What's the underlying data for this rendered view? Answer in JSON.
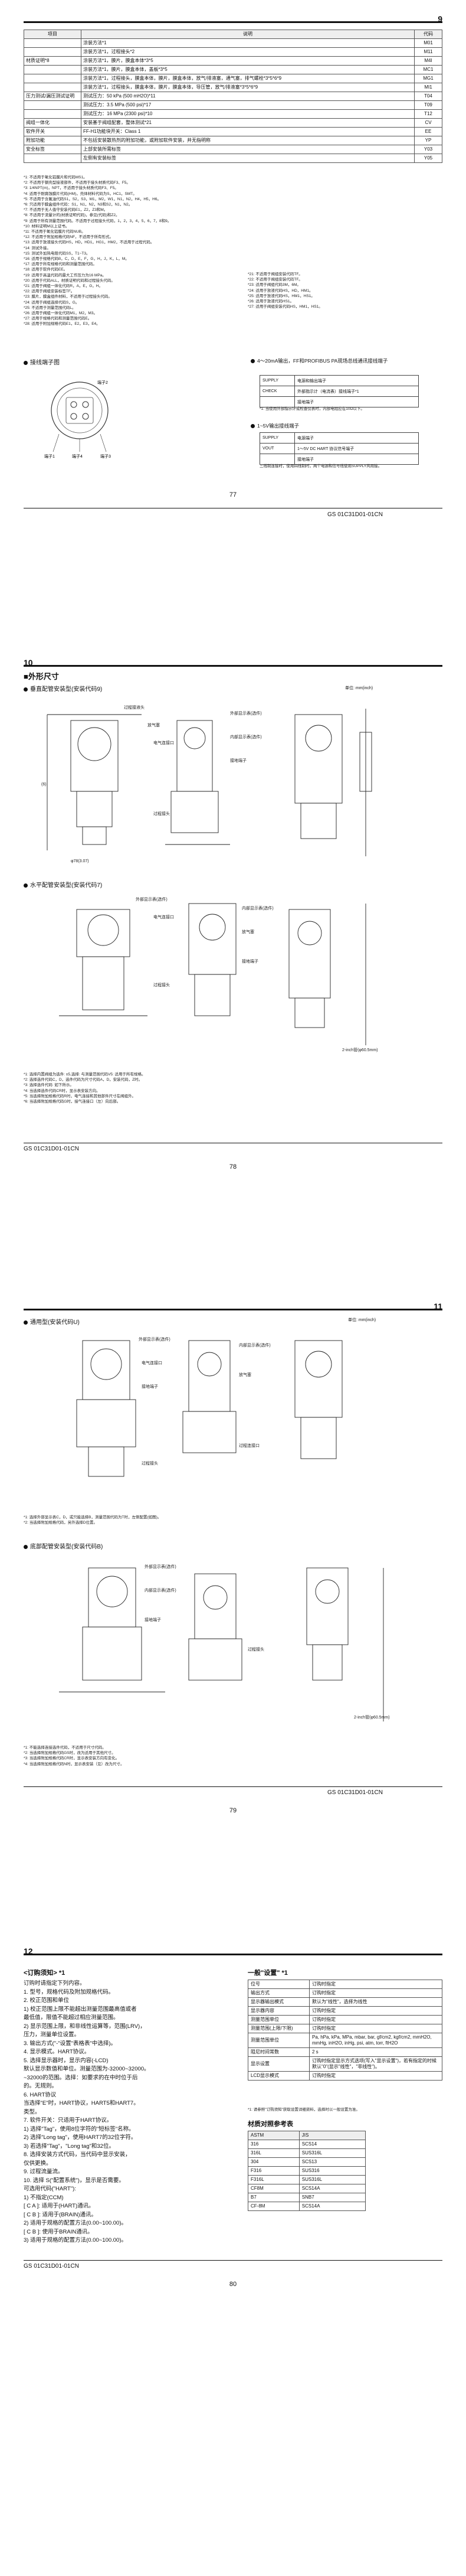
{
  "pages": [
    {
      "number": "9",
      "footer_number": "77",
      "footer_code": "GS 01C31D01-01CN"
    },
    {
      "number": "10",
      "footer_number": "78",
      "footer_code": "GS 01C31D01-01CN"
    },
    {
      "number": "11",
      "footer_number": "79",
      "footer_code": "GS 01C31D01-01CN"
    },
    {
      "number": "12",
      "footer_number": "80",
      "footer_code": "GS 01C31D01-01CN"
    }
  ],
  "page1": {
    "spec_header": {
      "item": "项目",
      "desc": "说明",
      "code": "代码"
    },
    "spec_rows": [
      {
        "group": "",
        "desc": "涂装方法*1",
        "code": "M01"
      },
      {
        "group": "",
        "desc": "涂装方法*1，过程接头*2",
        "code": "M11"
      },
      {
        "group": "材质证明*8",
        "desc": "涂装方法*1，膜片，膜盒本体*3*5",
        "code": "M4I"
      },
      {
        "group": "",
        "desc": "涂装方法*1，膜片，膜盒本体，盖板*3*5",
        "code": "MC1"
      },
      {
        "group": "",
        "desc": "涂装方法*1，过程接头，膜盒本体，膜片，膜盒本体，放气/排液塞，通气塞，排气螺栓*3*5*6*9",
        "code": "MG1"
      },
      {
        "group": "",
        "desc": "涂装方法*1，过程接头，膜盒本体，膜片，膜盒本体，导压管，放气/排液塞*3*5*6*9",
        "code": "MI1"
      },
      {
        "group": "压力测试/漏压测试证明",
        "desc": "测试压力：50 kPa (500 mH2O)*11",
        "code": "T04"
      },
      {
        "group": "",
        "desc": "测试压力：3.5 MPa (500 psi)*17",
        "code": "T09"
      },
      {
        "group": "",
        "desc": "测试压力：16 MPa (2300 psi)*10",
        "code": "T12"
      },
      {
        "group": "阀组一体化",
        "desc": "安装基于阀组配套，整体测试*21",
        "code": "CV"
      },
      {
        "group": "软件开关",
        "desc": "FF-H1功能块开关：Class 1",
        "code": "EE"
      },
      {
        "group": "附加功能",
        "desc": "不包括安装散热剂的附加功能，或附加软件安装，并无指明称",
        "code": "YP"
      },
      {
        "group": "安全标签",
        "desc": "上部安装所需标签",
        "code": "Y03"
      },
      {
        "group": "",
        "desc": "左侧有安装标签",
        "code": "Y05"
      }
    ],
    "notes_left": [
      "*1:  不适用于氧化铝膜片和代码MS1。",
      "*2:  不适用于钢壳型接液部件，不适用于接头材质代码F3、F5。",
      "*3:  1/4NPT(m)，NPT，不适用于接头材质代码F3、F5。",
      "*4:  适用于耐腐蚀膜片代码(HM)，壳体材料代码为S，HC1，SMT。",
      "*5:  不适用于含氟油代码S1，S2，S3，M1，M2，W1，N1，N2，H4，H5，H6。",
      "*6:  只适用于膜盒组件代码：S1，N1，N2，N3和S2，N1，N2。",
      "*7:  不适用于无人值守安装代码E1，Z2，Z3和M。",
      "*8:  不适用于流量计的(材质证明代码)，参见(代码)和Z2。",
      "*9:  适用于所有测量范围代码。不适用于过程接头代码，1，2，3，4，5，6，7，8和9。",
      "*10: 材料证明M以上证书。",
      "*11: 不适用于氧化铝膜片代码NUB。",
      "*12: 不适用于附加规格代码NF，不适用于所有形式。",
      "*13: 适用于放液接头代码HS，HD，HD1，HG1，HM2，不适用于过程代码。",
      "*14: 测试外接。",
      "*15: 测试外加热电阻代码SS，T1~T3。",
      "*16: 适用于规格代码B，C，D，E，F，G，H，J，K，L，M。",
      "*17: 适用于所有规格代码和测量范围代码。",
      "*18: 适用于软件代码EE。",
      "*19: 适用于高温代码的最大工作压力为16 MPa。",
      "*20: 适用于代码ALL，材质证明代码和过程接头代码。",
      "*21: 适用于阀组一体化代码R，A，E，G，H。",
      "*22: 适用于阀组安装标签TF。",
      "*23: 膜片，膜盒组件材料，不适用于过程接头代码。",
      "*24: 适用于阀组选择代码S，G。",
      "*25: 不适用于测量范围代码L。",
      "*26: 适用于阀组一体化代码M1，M2，M3。",
      "*27: 适用于规格代码和测量范围代码E。",
      "*28: 适用于附加规格代码E1，E2，E3，E4。"
    ],
    "notes_right": [
      "*21: 不适用于阀组安装代码TF。",
      "*22: 不适用于阀组安装代码TF。",
      "*23: 适用于阀组代码3M，6M。",
      "*24: 适用于放液代码HS，HD，HM1。",
      "*25: 适用于放液代码HS，HM1，HS1。",
      "*26: 适用于放液代码HS1。",
      "*27: 适用于阀组安装代码HS，HM1，HS1。"
    ],
    "terminal_title": "接线端子图",
    "terminal_labels": {
      "a": "端子2",
      "b": "端子3",
      "c": "端子1",
      "d": "端子4"
    },
    "fieldbus_title": "4～20mA输出，FF和PROFIBUS PA现场总线通讯接线端子",
    "fieldbus_rows": [
      {
        "left": "SUPPLY",
        "right": "电源和输出端子"
      },
      {
        "left": "CHECK",
        "right": "外部指示计（电流表）接线端子*1"
      },
      {
        "left": "",
        "right": "接地端子"
      }
    ],
    "fieldbus_note": "*1: 当使用外部指示计或检查仪表时，内部电阻应在10Ω以下。",
    "voltage_title": "1~5V输出接线端子",
    "voltage_rows": [
      {
        "left": "SUPPLY",
        "right": "电源端子"
      },
      {
        "left": "VOUT",
        "right": "1～5V DC HART 协议信号端子"
      },
      {
        "left": "",
        "right": "接地端子"
      }
    ],
    "voltage_note": "三线制连接时，使用四线制时，两个电源和信号线使用SUPPLY共用接。"
  },
  "page2": {
    "section_title": "外形尺寸",
    "unit": "单位: mm(inch)",
    "subtitle_a": "垂直配管安装型(安装代码9)",
    "subtitle_b": "水平配管安装型(安装代码7)",
    "drawing_labels_a": [
      "过程接液头",
      "放气塞",
      "电气连接口",
      "外部显示表(选件)",
      "内部显示表(选件)",
      "接地端子",
      "过程接头",
      "φ78(3.07)",
      "(6)"
    ],
    "drawing_labels_b": [
      "外部显示表(选件)",
      "电气连接口",
      "内部显示表(选件)",
      "放气塞",
      "过程接头",
      "接地端子",
      "2-inch管(φ60.5mm)"
    ],
    "notes_a": [
      "*1: 选择内置阀组为选件: ±5,选择: 与测量范围代码V5: 适用于所有规格。",
      "*2: 选择选件代码C，D，选件代码为尺寸代码A，D，安装代码，Z时。",
      "*3: 选择选件代码: 如下所示。",
      "*4: 当选择选件代码CR时，显示表安装方向。",
      "*5: 当选择附加规格代码R时，电气连接和其他部件尺寸在阀组外。",
      "*6: 当选择附加规格代码G时，接气连接口（左）向后部。"
    ]
  },
  "page3": {
    "unit": "单位: mm(inch)",
    "subtitle_a": "通用型(安装代码U)",
    "subtitle_b": "底部配管安装型(安装代码B)",
    "drawing_labels_a": [
      "外部显示表(选件)",
      "电气连接口",
      "接地端子",
      "内部显示表(选件)",
      "放气塞",
      "过程接头",
      "过程连接口"
    ],
    "drawing_labels_b": [
      "外部显示表(选件)",
      "内部显示表(选件)",
      "接地端子",
      "过程接头",
      "2-inch管(φ60.5mm)"
    ],
    "notes_a": [
      "*1: 选择外部显示表C，D，或只能选择B，测量范围代码为T时，左侧配置(如图)。",
      "*2: 当选择附加规格代码，另外选择D位置。"
    ],
    "notes_b": [
      "*1: 不能选择连接选件代码，不适用于尺寸代码。",
      "*2: 当选择附加规格代码GS时，改为适用于其他尺寸。",
      "*3: 当选择附加规格代码CR时，显示表安装方向有变化。",
      "*4: 当选择附加规格代码N时，显示表安装（见）改为尺寸。"
    ]
  },
  "page4": {
    "order_title": "<订购须知> *1",
    "order_lines": [
      "订购时请指定下列内容。",
      "1. 型号，规格代码及附加规格代码。",
      "2. 校正范围和单位",
      "1) 校正范围上限不能超出测量范围最高值或者",
      "   最低值，限值不能超过相应测量范围。",
      "2) 显示范围上限，和非线性运算等，范围(LRV)，",
      "   压力，测量单位设置。",
      "3. 输出方式(\"-\"设置\"表格表\"中选择)。",
      "4. 显示模式。HART协议。",
      "5. 选择显示器时，显示内容(-LCD)",
      "   默认显示数值和单位。测量范围为-32000~32000。",
      "   ~32000的范围。选择：如要求的在中时位于后",
      "   的。无规则。",
      "6. HART协议",
      "   当选择\"E\"时，HART协议，HART5和HART7。",
      "   类型。",
      "7. 软件开关：只适用于HART协议。",
      "   1) 选择\"Tag\"，使用8位字符的\"短标签\"名称。",
      "   2) 选择\"Long tag\"，使用HART7的32位字符。",
      "   3) 若选择\"Tag\"，\"Long tag\"和32位。",
      "8. 选择安装方式代码，当代码中显示安装，",
      "   仅供更换。",
      "9. 过程流量流。",
      "10. 选择 S(\"配置系统\")，显示是否需要。",
      "   可选用代码(\"HART\"):",
      "   1) 不指定(CCM)",
      "   [ C A ]: 适用于(HART)通讯。",
      "   [ C B ]: 适用于(BRAIN)通讯。",
      "   2) 适用于规格的配置方法(0.00~100.00)。",
      "   [ C B ]: 使用于BRAIN通讯。",
      "   3) 适用于规格的配置方法(0.00~100.00)。"
    ],
    "options_title": "一般\"设置\" *1",
    "options_rows": [
      {
        "k": "位号",
        "v": "订购时指定"
      },
      {
        "k": "输出方式",
        "v": "订购时指定"
      },
      {
        "k": "显示器输出模式",
        "v": "默认为\"线性\"，选择为线性"
      },
      {
        "k": "显示器内容",
        "v": "订购时指定"
      },
      {
        "k": "测量范围单位",
        "v": "订购时指定"
      },
      {
        "k": "测量范围(上限/下限)",
        "v": "订购时指定"
      },
      {
        "k": "测量范围单位",
        "v": "Pa, hPa, kPa, MPa, mbar, bar, gf/cm2, kgf/cm2, mmH2O, mmHg, inH2O, inHg, psi, atm, torr, ftH2O"
      },
      {
        "k": "阻尼时间常数",
        "v": "2 s"
      },
      {
        "k": "显示设置",
        "v": "订购时指定显示方式选项(写入\"显示设置\")，若有指定的时候默认\"0\"(显示\"线性\"，\"非线性\")。"
      },
      {
        "k": "LCD显示模式",
        "v": "订购时指定"
      }
    ],
    "options_note": "*1: 请参照\"订购须知\"获取设置详细资料，选择时以一般设置为准。",
    "material_title": "材质对照参考表",
    "material_header": [
      "ASTM",
      "JIS"
    ],
    "material_rows": [
      [
        "316",
        "SCS14"
      ],
      [
        "316L",
        "SUS316L"
      ],
      [
        "304",
        "SCS13"
      ],
      [
        "F316",
        "SUS316"
      ],
      [
        "F316L",
        "SUS316L"
      ],
      [
        "CF8M",
        "SCS14A"
      ],
      [
        "B7",
        "SNB7"
      ],
      [
        "CF-8M",
        "SCS14A"
      ]
    ]
  }
}
